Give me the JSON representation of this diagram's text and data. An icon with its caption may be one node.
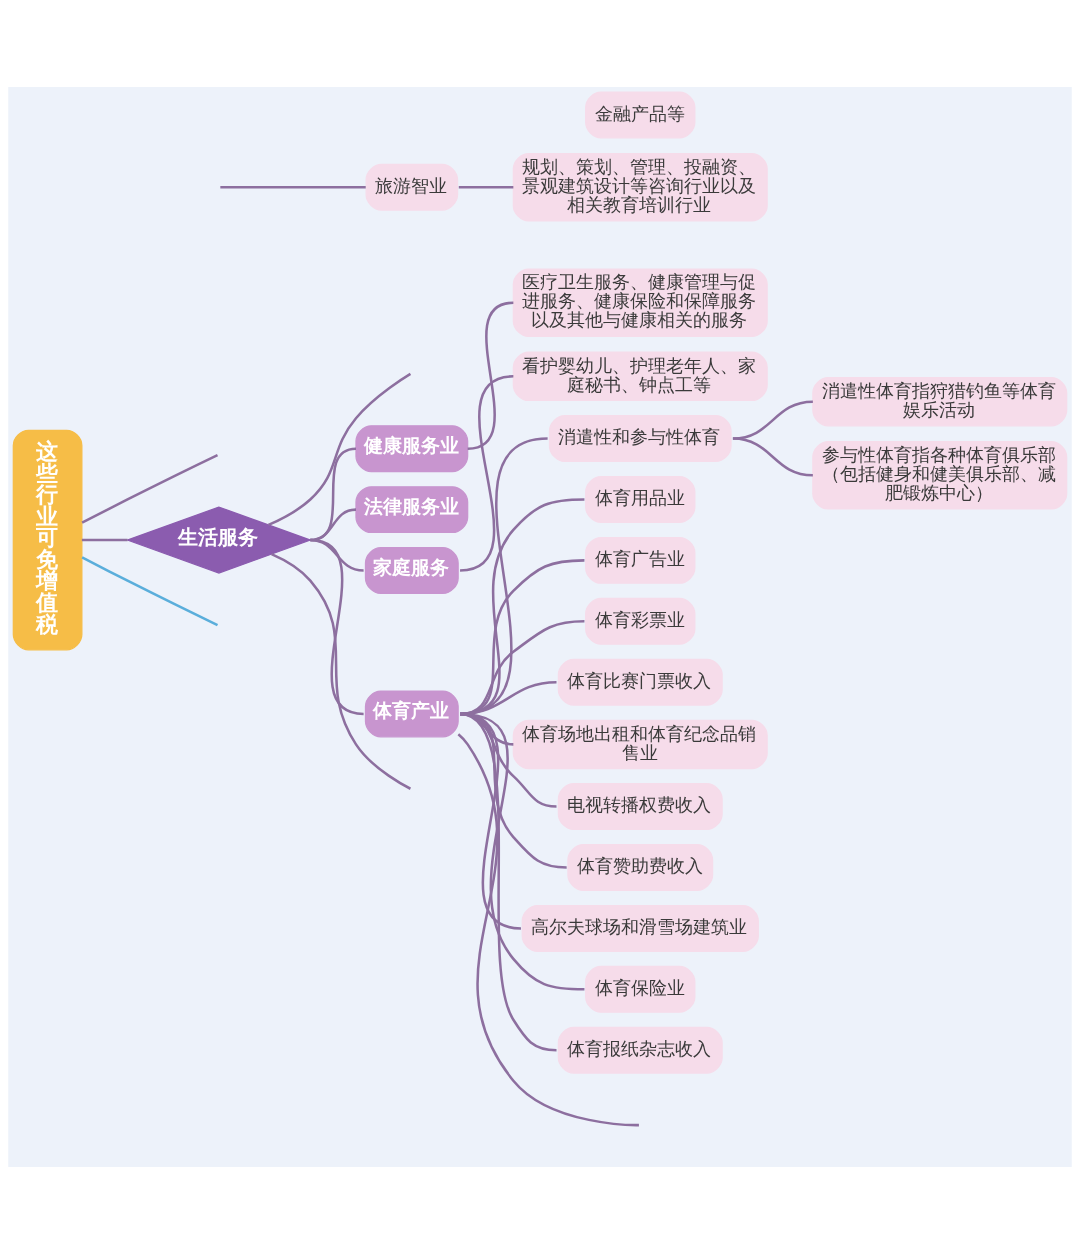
{
  "diagram": {
    "nodes": [
      {
        "text": [
          "这些行业可免增值税"
        ]
      },
      {
        "text": [
          "生活服务"
        ]
      },
      {
        "text": [
          "金融产品等"
        ]
      },
      {
        "text": [
          "旅游智业"
        ]
      },
      {
        "text": [
          "规划、策划、管理、投融资、景观建筑设计等咨询行业以及相关教育培训行业"
        ]
      },
      {
        "text": [
          "健康服务业"
        ]
      },
      {
        "text": [
          "医疗卫生服务、健康管理与促进服务、健康保险和保障服务以及其他与健康相关的服务"
        ]
      },
      {
        "text": [
          "法律服务业"
        ]
      },
      {
        "text": [
          "家庭服务"
        ]
      },
      {
        "text": [
          "看护婴幼儿、护理老年人、家庭秘书、钟点工等"
        ]
      },
      {
        "text": [
          "体育产业"
        ]
      },
      {
        "text": [
          "消遣性和参与性体育"
        ]
      },
      {
        "text": [
          "消遣性体育指狩猎钓鱼等体育娱乐活动"
        ]
      },
      {
        "text": [
          "参与性体育指各种体育俱乐部（包括健身和健美俱乐部、减肥锻炼中心）"
        ]
      },
      {
        "text": [
          "体育用品业"
        ]
      },
      {
        "text": [
          "体育广告业"
        ]
      },
      {
        "text": [
          "体育彩票业"
        ]
      },
      {
        "text": [
          "体育比赛门票收入"
        ]
      },
      {
        "text": [
          "体育场地出租和体育纪念品销售业"
        ]
      },
      {
        "text": [
          "电视转播权费收入"
        ]
      },
      {
        "text": [
          "体育赞助费收入"
        ]
      },
      {
        "text": [
          "高尔夫球场和滑雪场建筑业"
        ]
      },
      {
        "text": [
          "体育保险业"
        ]
      },
      {
        "text": [
          "体育报纸杂志收入"
        ]
      }
    ],
    "edges": [
      {
        "from": 0,
        "to": null,
        "arrow": "none"
      },
      {
        "from": 0,
        "to": 1,
        "arrow": "none"
      },
      {
        "from": 0,
        "to": null,
        "arrow": "none",
        "color": "#5aaedb"
      },
      {
        "from": 1,
        "to": null,
        "arrow": "none"
      },
      {
        "from": null,
        "to": 3,
        "arrow": "none"
      },
      {
        "from": 3,
        "to": 4,
        "arrow": "none"
      },
      {
        "from": 1,
        "to": 5,
        "arrow": "none"
      },
      {
        "from": 5,
        "to": 6,
        "arrow": "none"
      },
      {
        "from": 1,
        "to": 7,
        "arrow": "none"
      },
      {
        "from": 1,
        "to": 8,
        "arrow": "none"
      },
      {
        "from": 8,
        "to": 9,
        "arrow": "none"
      },
      {
        "from": 1,
        "to": 10,
        "arrow": "none"
      },
      {
        "from": 10,
        "to": 11,
        "arrow": "none"
      },
      {
        "from": 11,
        "to": 12,
        "arrow": "none"
      },
      {
        "from": 11,
        "to": 13,
        "arrow": "none"
      },
      {
        "from": 10,
        "to": 14,
        "arrow": "none"
      },
      {
        "from": 10,
        "to": 15,
        "arrow": "none"
      },
      {
        "from": 10,
        "to": 16,
        "arrow": "none"
      },
      {
        "from": 10,
        "to": 17,
        "arrow": "none"
      },
      {
        "from": 10,
        "to": 18,
        "arrow": "none"
      },
      {
        "from": 10,
        "to": 19,
        "arrow": "none"
      },
      {
        "from": 10,
        "to": 20,
        "arrow": "none"
      },
      {
        "from": 10,
        "to": 21,
        "arrow": "none"
      },
      {
        "from": 10,
        "to": 22,
        "arrow": "none"
      },
      {
        "from": 10,
        "to": 23,
        "arrow": "none"
      },
      {
        "from": 10,
        "to": null,
        "arrow": "none"
      },
      {
        "from": 1,
        "to": null,
        "arrow": "none"
      }
    ]
  }
}
